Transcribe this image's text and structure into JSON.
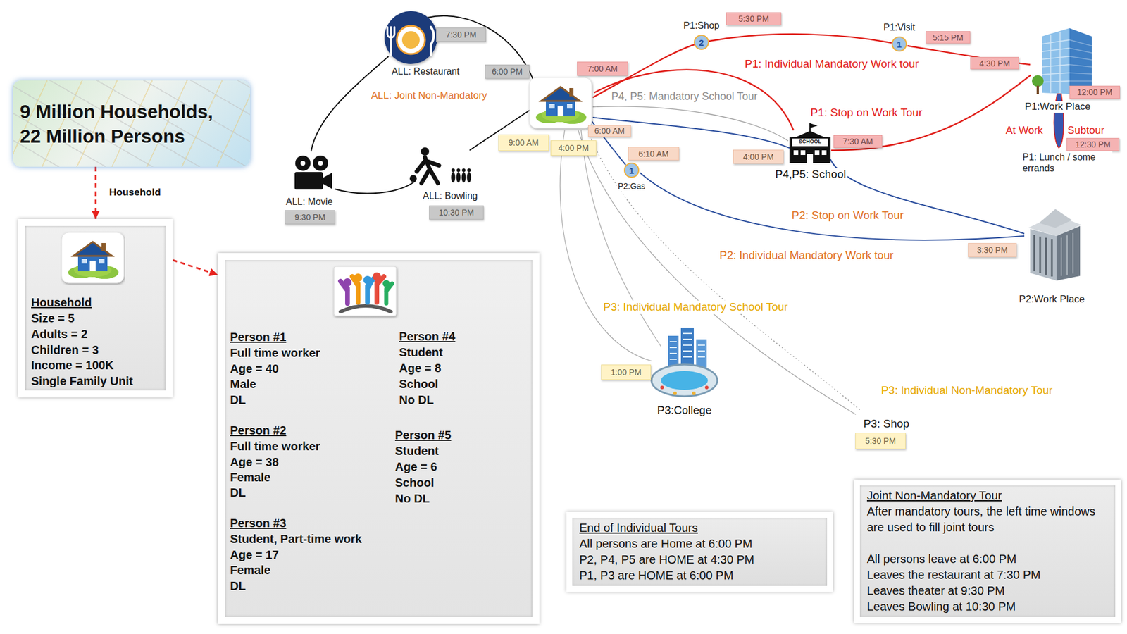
{
  "diagram": {
    "nodes": [
      {
        "text": [
          "9 Million Households, 22 Million Persons"
        ]
      },
      {
        "text": [
          "Household",
          "Size = 5",
          "Adults = 2",
          "Children = 3",
          "Income = 100K",
          "Single Family Unit"
        ]
      },
      {
        "text": [
          "Person #1",
          "Full time worker",
          "Age = 40",
          "Male",
          "DL",
          "Person #2",
          "Full time worker",
          "Age = 38",
          "Female",
          "DL",
          "Person #3",
          "Student, Part-time work",
          "Age = 17",
          "Female",
          "DL",
          "Person #4",
          "Student",
          "Age = 8",
          "School",
          "No DL",
          "Person #5",
          "Student",
          "Age = 6",
          "School",
          "No DL"
        ]
      },
      {
        "text": [
          "7:30 PM"
        ]
      },
      {
        "text": [
          "6:00 PM"
        ]
      },
      {
        "text": [
          "7:00 AM"
        ]
      },
      {
        "text": [
          "P1:Shop",
          "2"
        ]
      },
      {
        "text": [
          "5:30 PM"
        ]
      },
      {
        "text": [
          "P1:Visit",
          "1"
        ]
      },
      {
        "text": [
          "5:15 PM"
        ]
      },
      {
        "text": [
          "4:30 PM"
        ]
      },
      {
        "text": [
          "12:00 PM"
        ]
      },
      {
        "text": [
          "12:30 PM"
        ]
      },
      {
        "text": [
          "9:00 AM"
        ]
      },
      {
        "text": [
          "4:00 PM"
        ]
      },
      {
        "text": [
          "6:00 AM"
        ]
      },
      {
        "text": [
          "6:10 AM"
        ]
      },
      {
        "text": [
          "1",
          "P2:Gas"
        ]
      },
      {
        "text": [
          "4:00 PM"
        ]
      },
      {
        "text": [
          "7:30 AM"
        ]
      },
      {
        "text": [
          "9:30 PM"
        ]
      },
      {
        "text": [
          "10:30 PM"
        ]
      },
      {
        "text": [
          "3:30 PM"
        ]
      },
      {
        "text": [
          "1:00 PM"
        ]
      },
      {
        "text": [
          "5:30 PM"
        ]
      },
      {
        "text": [
          "End of Individual Tours",
          "All persons are Home at 6:00 PM",
          "P2, P4, P5 are HOME at 4:30 PM",
          "P1, P3 are HOME at 6:00 PM"
        ]
      },
      {
        "text": [
          "Joint Non-Mandatory Tour",
          "After mandatory tours, the left time windows are used to fill joint tours",
          "All persons leave at 6:00 PM",
          "Leaves the restaurant at 7:30 PM",
          "Leaves theater at 9:30 PM",
          "Leaves Bowling at 10:30 PM"
        ]
      }
    ],
    "edges": [
      {
        "from": 0,
        "to": 1,
        "label": "Household",
        "arrow": "to"
      },
      {
        "from": 1,
        "to": 2,
        "arrow": "to"
      }
    ],
    "labels": [
      "ALL: Restaurant",
      "ALL: Joint Non-Mandatory",
      "ALL: Movie",
      "ALL: Bowling",
      "P1: Individual Mandatory Work tour",
      "P4, P5: Mandatory School Tour",
      "P1: Stop on Work Tour",
      "P1:Work Place",
      "At Work",
      "Subtour",
      "P1: Lunch / some errands",
      "SCHOOL",
      "P4,P5: School",
      "P2: Stop on Work Tour",
      "P2: Individual Mandatory Work tour",
      "P2:Work Place",
      "P3: Individual Mandatory School Tour",
      "P3:College",
      "P3: Individual Non-Mandatory Tour",
      "P3: Shop"
    ]
  }
}
